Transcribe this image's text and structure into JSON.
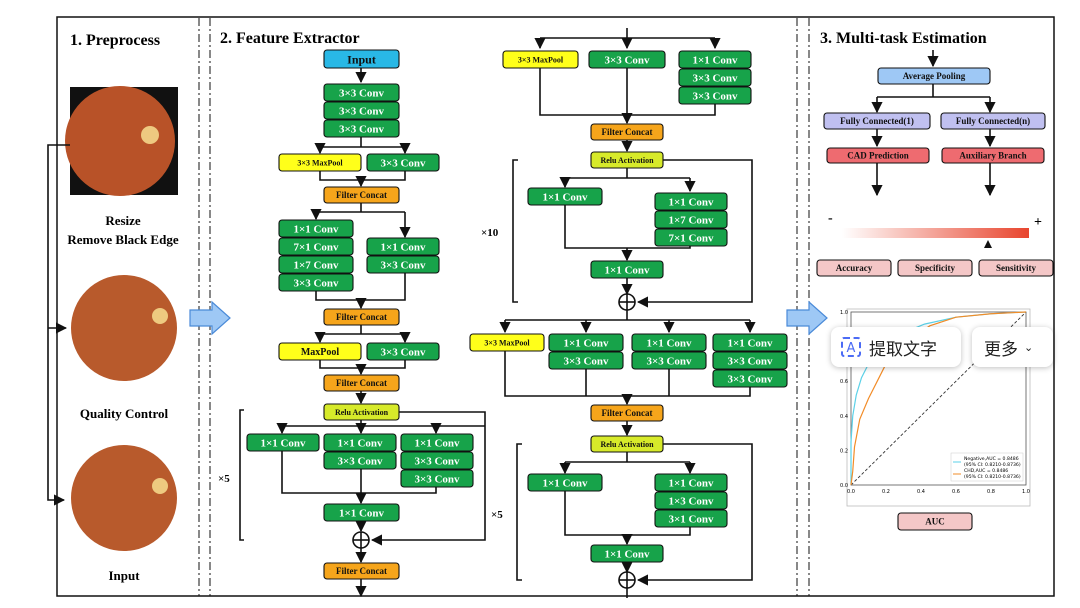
{
  "sections": {
    "preprocess": "1. Preprocess",
    "feature_extractor": "2. Feature Extractor",
    "multitask": "3. Multi-task Estimation"
  },
  "preprocess": {
    "step1": "Resize",
    "step1b": "Remove Black Edge",
    "step2": "Quality Control",
    "step3": "Input"
  },
  "fe": {
    "input": "Input",
    "conv33": "3×3 Conv",
    "conv11": "1×1 Conv",
    "conv71": "7×1 Conv",
    "conv17": "1×7 Conv",
    "conv13": "1×3 Conv",
    "conv31": "3×1 Conv",
    "maxpool_small": "3×3 MaxPool",
    "maxpool": "MaxPool",
    "concat": "Filter Concat",
    "relu": "Relu Activation",
    "x5": "×5",
    "x10": "×10"
  },
  "mt": {
    "avgpool": "Average Pooling",
    "fc1": "Fully Connected(1)",
    "fcn": "Fully Connected(n)",
    "cad": "CAD Prediction",
    "aux": "Auxiliary Branch",
    "minus": "-",
    "plus": "+",
    "metrics": [
      "Accuracy",
      "Specificity",
      "Sensitivity"
    ],
    "auc": "AUC",
    "roc_legend": [
      "Negative,AUC = 0.8486",
      "(95% CI: 0.8210-0.8736)",
      "CHD,AUC = 0.8486",
      "(95% CI: 0.8210-0.8736)"
    ],
    "roc_ticks": [
      "0.0",
      "0.2",
      "0.4",
      "0.6",
      "0.8",
      "1.0"
    ]
  },
  "colors": {
    "green": "#17a34a",
    "yellow": "#ffff1a",
    "orange": "#f6a51b",
    "cyan": "#29b8e6",
    "lightblue": "#9ec8f5",
    "lavender": "#c0c0f0",
    "red": "#ee6b70",
    "pink": "#f4c7c7",
    "lime": "#d7ea2a"
  },
  "popup": {
    "extract": "提取文字",
    "more": "更多"
  }
}
